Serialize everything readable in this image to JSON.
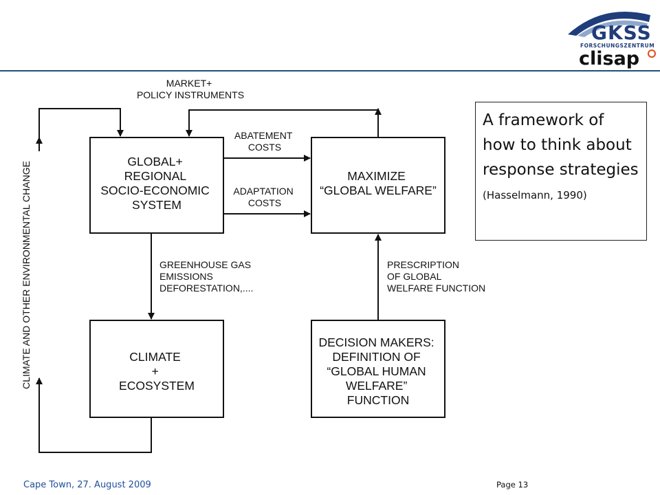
{
  "header": {
    "logo_primary": "GKSS",
    "logo_primary_sub": "FORSCHUNGSZENTRUM",
    "logo_secondary": "clisap",
    "logo_accent_color": "#e04a1a",
    "brand_color": "#1f3d7a"
  },
  "diagram": {
    "top_label": [
      "MARKET+",
      "POLICY INSTRUMENTS"
    ],
    "side_label": "CLIMATE AND OTHER ENVIRONMENTAL CHANGE",
    "boxes": {
      "socio_economic": [
        "GLOBAL+",
        "REGIONAL",
        "SOCIO-ECONOMIC",
        "SYSTEM"
      ],
      "welfare": [
        "MAXIMIZE",
        "“GLOBAL WELFARE”"
      ],
      "climate": [
        "CLIMATE",
        "+",
        "ECOSYSTEM"
      ],
      "decision": [
        "DECISION MAKERS:",
        "DEFINITION OF",
        "“GLOBAL HUMAN",
        "WELFARE”",
        "FUNCTION"
      ]
    },
    "arrow_labels": {
      "abatement": [
        "ABATEMENT",
        "COSTS"
      ],
      "adaptation": [
        "ADAPTATION",
        "COSTS"
      ],
      "emissions": [
        "GREENHOUSE GAS",
        "EMISSIONS",
        "DEFORESTATION,...."
      ],
      "prescription": [
        "PRESCRIPTION",
        "OF GLOBAL",
        "WELFARE FUNCTION"
      ]
    }
  },
  "callout": {
    "title": "A framework of how to think about response strategies",
    "citation": "(Hasselmann, 1990)"
  },
  "footer": {
    "location_date": "Cape Town, 27. August 2009",
    "page": "Page 13"
  }
}
